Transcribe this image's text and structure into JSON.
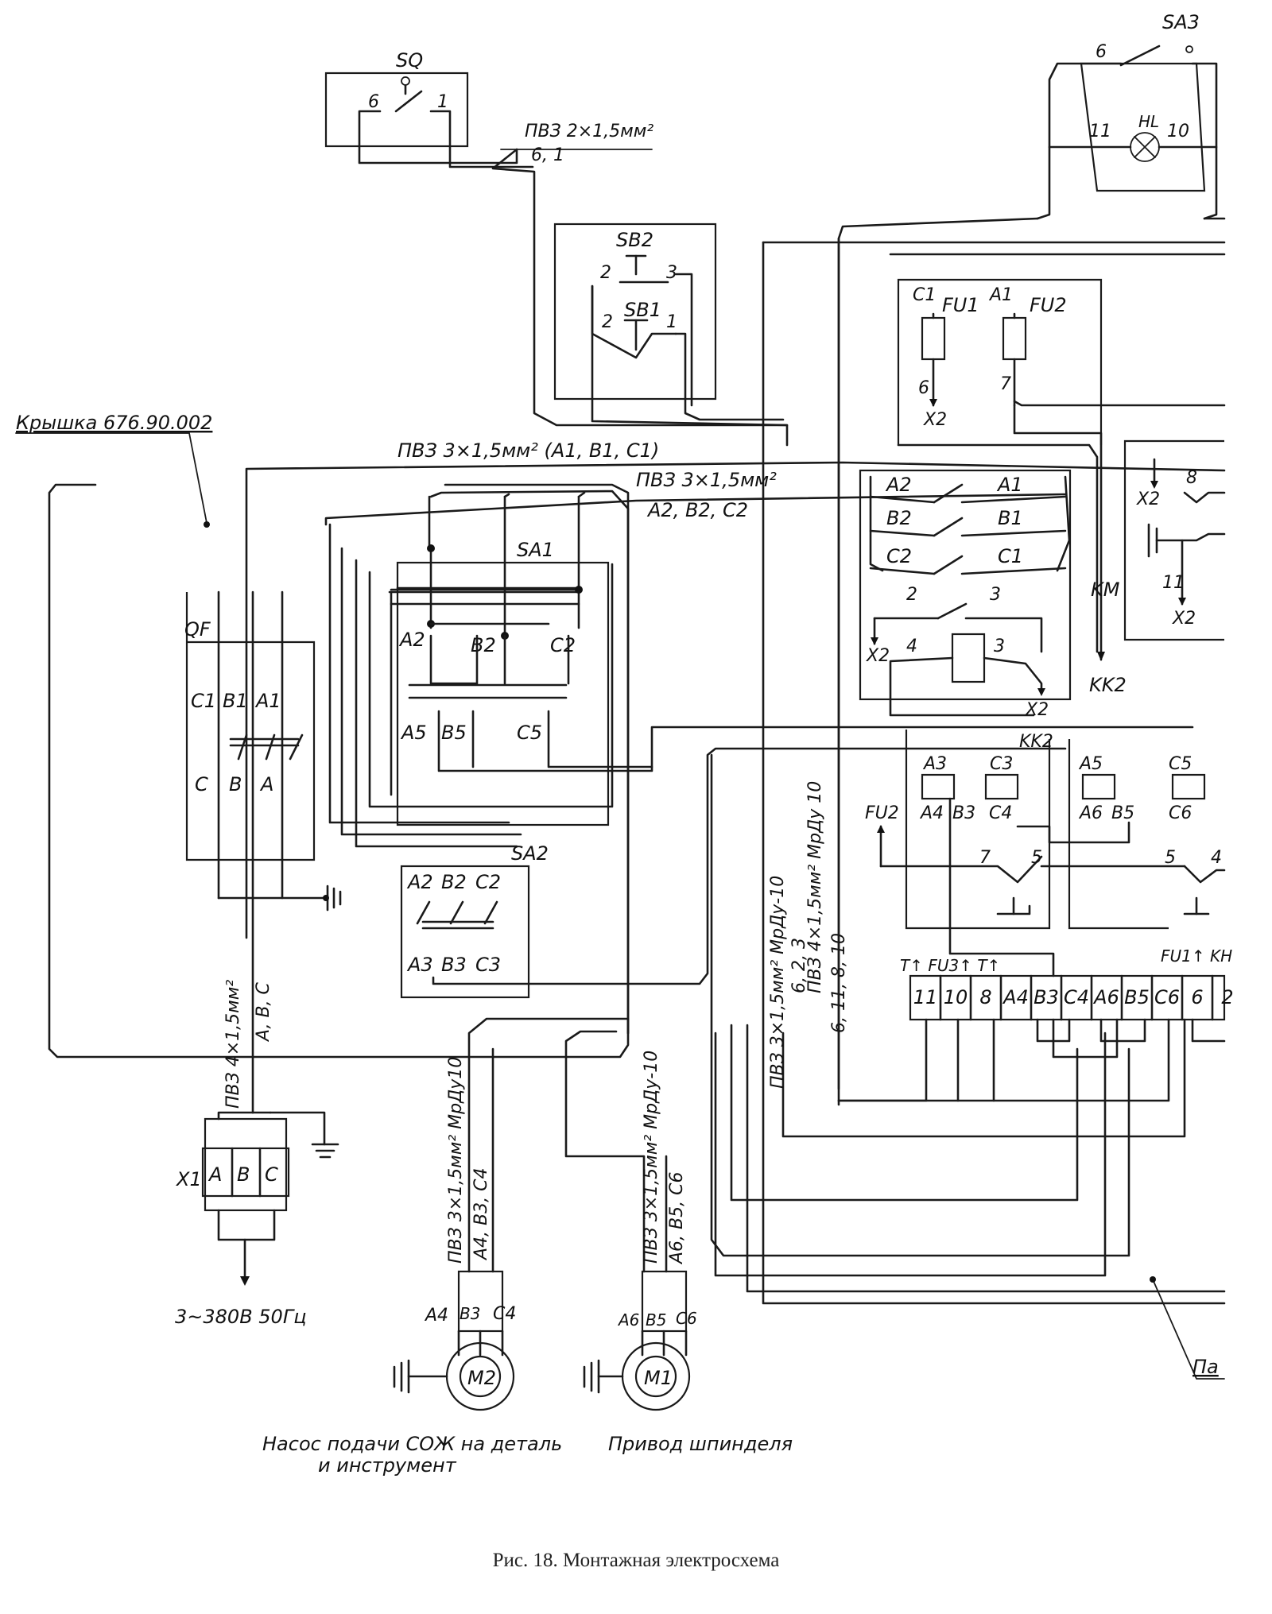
{
  "labels": {
    "sq": "SQ",
    "sq_6": "6",
    "sq_1": "1",
    "sq_cable": "ПВЗ 2×1,5мм²",
    "sq_cable_wires": "6, 1",
    "sa3": "SA3",
    "sa3_6": "6",
    "hl": "HL",
    "hl_11": "11",
    "hl_10": "10",
    "sb2": "SB2",
    "sb2_2": "2",
    "sb2_3": "3",
    "sb1": "SB1",
    "sb1_2": "2",
    "sb1_1": "1",
    "fu1": "FU1",
    "fu2": "FU2",
    "fu_c1": "C1",
    "fu_a1": "A1",
    "fu_6": "6",
    "fu_7": "7",
    "fu_x2": "X2",
    "kryshka": "Крышка 676.90.002",
    "cable_abc1": "ПВЗ   3×1,5мм²  (A1, B1, C1)",
    "cable_abc2": "ПВЗ  3×1,5мм²",
    "cable_abc2_wires": "A2, B2, C2",
    "km": "KM",
    "km_a2": "A2",
    "km_a1": "A1",
    "km_b2": "B2",
    "km_b1": "B1",
    "km_c2": "C2",
    "km_c1": "C1",
    "km_2": "2",
    "km_3": "3",
    "km_4": "4",
    "km_3b": "3",
    "km_x2a": "X2",
    "km_x2b": "X2",
    "kk2": "KK2",
    "kk2b": "KK2",
    "r_x2a": "X2",
    "r_8": "8",
    "r_11": "11",
    "r_x2b": "X2",
    "sa1": "SA1",
    "sa1_a2": "A2",
    "sa1_b2": "B2",
    "sa1_c2": "C2",
    "sa1_a5": "A5",
    "sa1_b5": "B5",
    "sa1_c5": "C5",
    "qf": "QF",
    "qf_c1": "C1",
    "qf_b1": "B1",
    "qf_a1": "A1",
    "qf_c": "C",
    "qf_b": "B",
    "qf_a": "A",
    "sa2": "SA2",
    "sa2_a2": "A2",
    "sa2_b2": "B2",
    "sa2_c2": "C2",
    "sa2_a3": "A3",
    "sa2_b3": "B3",
    "sa2_c3": "C3",
    "ov_a3": "A3",
    "ov_c3": "C3",
    "ov_a4": "A4",
    "ov_b3": "B3",
    "ov_c4": "C4",
    "ov_a5": "A5",
    "ov_c5": "C5",
    "ov_a6": "A6",
    "ov_b5": "B5",
    "ov_c6": "C6",
    "ov_fu2": "FU2",
    "ov_7": "7",
    "ov_5": "5",
    "ov_5b": "5",
    "ov_4": "4",
    "tb_head": "T↑ FU3↑    T↑",
    "tb_head2": "FU1↑ KH",
    "terminals": [
      "11",
      "10",
      "8",
      "A4",
      "B3",
      "C4",
      "A6",
      "B5",
      "C6",
      "6",
      "2"
    ],
    "cable_v1": "ПВЗ 3×1,5мм² МрДу-10",
    "cable_v1_wires": "6, 2, 3",
    "cable_v2": "ПВЗ 4×1,5мм² МрДу 10",
    "cable_v2_wires": "6, 11, 8, 10",
    "cable_power": "ПВЗ  4×1,5мм²",
    "cable_power_wires": "A, B, C",
    "x1": "X1",
    "x1_a": "A",
    "x1_b": "B",
    "x1_c": "C",
    "supply": "3~380В 50Гц",
    "m2_cable": "ПВЗ 3×1,5мм² МрДу10",
    "m2_wires": "A4, B3, C4",
    "m2_a4": "A4",
    "m2_b3": "B3",
    "m2_c4": "C4",
    "m2": "M2",
    "m2_caption1": "Насос подачи СОЖ на деталь",
    "m2_caption2": "и инструмент",
    "m1_cable": "ПВЗ 3×1,5мм² МрДу-10",
    "m1_wires": "A6, B5, C6",
    "m1_a6": "A6",
    "m1_b5": "B5",
    "m1_c6": "C6",
    "m1": "M1",
    "m1_caption": "Привод шпинделя",
    "panel": "Па"
  },
  "caption": "Рис. 18. Монтажная электросхема"
}
